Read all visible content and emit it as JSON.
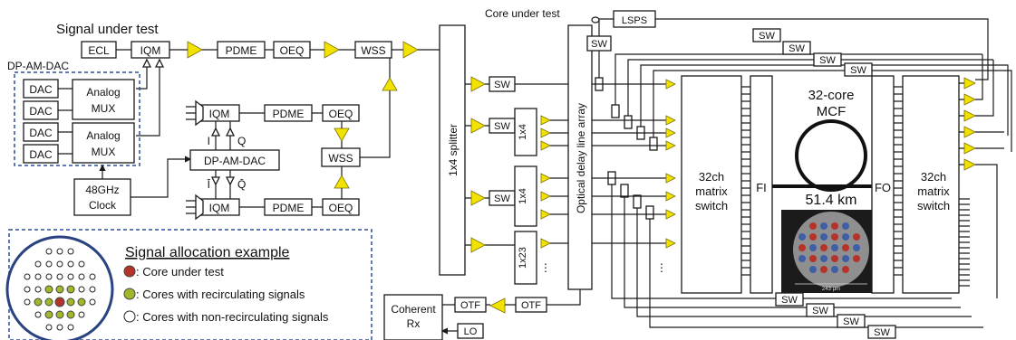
{
  "colors": {
    "amplifier": "#f2e200",
    "dashed_border": "#2c4f9e",
    "core_under_test": "#b4342c",
    "recirculating": "#9fb82a",
    "core_image_bg": "#1b1b1b"
  },
  "labels": {
    "signal_under_test": "Signal under test",
    "ecl": "ECL",
    "iqm": "IQM",
    "pdme": "PDME",
    "oeq": "OEQ",
    "wss": "WSS",
    "dp_am_dac": "DP-AM-DAC",
    "dac": "DAC",
    "analog": "Analog",
    "mux": "MUX",
    "clock_line1": "48GHz",
    "clock_line2": "Clock",
    "i": "I",
    "q": "Q",
    "ibar": "Ī",
    "qbar": "Q̄",
    "splitter": "1x4 splitter",
    "sw": "SW",
    "one_by_four": "1x4",
    "one_by_23": "1x23",
    "delay_array": "Optical delay line array",
    "core_under_test": "Core under test",
    "lsps": "LSPS",
    "matrix_line1": "32ch",
    "matrix_line2": "matrix",
    "matrix_line3": "switch",
    "mcf_line1": "32-core",
    "mcf_line2": "MCF",
    "fi": "FI",
    "fo": "FO",
    "distance": "51.4 km",
    "scale_text": "243 μm",
    "coherent_line1": "Coherent",
    "coherent_line2": "Rx",
    "otf": "OTF",
    "lo": "LO",
    "dots": "⋮"
  },
  "legend": {
    "title": "Signal allocation example",
    "items": [
      {
        "key": "core-under-test",
        "text": ": Core under test"
      },
      {
        "key": "recirculating",
        "text": ": Cores with recirculating signals"
      },
      {
        "key": "non-recirculating",
        "text": ": Cores with non-recirculating signals"
      }
    ]
  }
}
